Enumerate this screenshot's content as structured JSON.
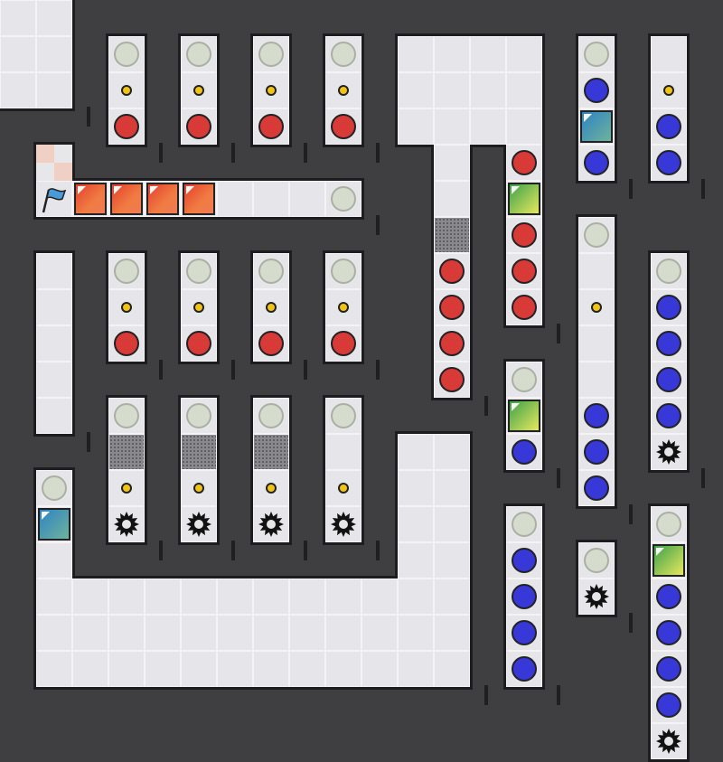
{
  "title": "",
  "colors": {
    "background": "#3f3f42",
    "floor": "#e6e6ea",
    "wall": "#1c1c1f",
    "red": "#d83a38",
    "blue": "#3838d8",
    "coin": "#f1c21b",
    "empty_slot": "#d6dccd"
  },
  "tokens": [
    {
      "type": "empty",
      "col": 3,
      "row": 1
    },
    {
      "type": "empty",
      "col": 5,
      "row": 1
    },
    {
      "type": "empty",
      "col": 7,
      "row": 1
    },
    {
      "type": "empty",
      "col": 9,
      "row": 1
    },
    {
      "type": "coin",
      "col": 3,
      "row": 2
    },
    {
      "type": "coin",
      "col": 5,
      "row": 2
    },
    {
      "type": "coin",
      "col": 7,
      "row": 2
    },
    {
      "type": "coin",
      "col": 9,
      "row": 2
    },
    {
      "type": "red",
      "col": 3,
      "row": 3
    },
    {
      "type": "red",
      "col": 5,
      "row": 3
    },
    {
      "type": "red",
      "col": 7,
      "row": 3
    },
    {
      "type": "red",
      "col": 9,
      "row": 3
    },
    {
      "type": "empty",
      "col": 16,
      "row": 1
    },
    {
      "type": "blue",
      "col": 16,
      "row": 2
    },
    {
      "type": "crate-teal",
      "col": 16,
      "row": 3
    },
    {
      "type": "blue",
      "col": 16,
      "row": 4
    },
    {
      "type": "coin",
      "col": 18,
      "row": 2
    },
    {
      "type": "blue",
      "col": 18,
      "row": 3
    },
    {
      "type": "blue",
      "col": 18,
      "row": 4
    },
    {
      "type": "red",
      "col": 14,
      "row": 4
    },
    {
      "type": "crate-green",
      "col": 14,
      "row": 5
    },
    {
      "type": "red",
      "col": 14,
      "row": 6
    },
    {
      "type": "red",
      "col": 14,
      "row": 7
    },
    {
      "type": "red",
      "col": 14,
      "row": 8
    },
    {
      "type": "grate",
      "col": 12,
      "row": 6
    },
    {
      "type": "red",
      "col": 12,
      "row": 7
    },
    {
      "type": "red",
      "col": 12,
      "row": 8
    },
    {
      "type": "red",
      "col": 12,
      "row": 9
    },
    {
      "type": "red",
      "col": 12,
      "row": 10
    },
    {
      "type": "crate-fire",
      "col": 2,
      "row": 5
    },
    {
      "type": "crate-fire",
      "col": 3,
      "row": 5
    },
    {
      "type": "crate-fire",
      "col": 4,
      "row": 5
    },
    {
      "type": "crate-fire",
      "col": 5,
      "row": 5
    },
    {
      "type": "empty",
      "col": 9,
      "row": 5
    },
    {
      "type": "flag",
      "col": 1,
      "row": 5
    },
    {
      "type": "empty",
      "col": 3,
      "row": 7
    },
    {
      "type": "empty",
      "col": 5,
      "row": 7
    },
    {
      "type": "empty",
      "col": 7,
      "row": 7
    },
    {
      "type": "empty",
      "col": 9,
      "row": 7
    },
    {
      "type": "coin",
      "col": 3,
      "row": 8
    },
    {
      "type": "coin",
      "col": 5,
      "row": 8
    },
    {
      "type": "coin",
      "col": 7,
      "row": 8
    },
    {
      "type": "coin",
      "col": 9,
      "row": 8
    },
    {
      "type": "red",
      "col": 3,
      "row": 9
    },
    {
      "type": "red",
      "col": 5,
      "row": 9
    },
    {
      "type": "red",
      "col": 7,
      "row": 9
    },
    {
      "type": "red",
      "col": 9,
      "row": 9
    },
    {
      "type": "empty",
      "col": 16,
      "row": 6
    },
    {
      "type": "coin",
      "col": 16,
      "row": 8
    },
    {
      "type": "blue",
      "col": 16,
      "row": 11
    },
    {
      "type": "blue",
      "col": 16,
      "row": 12
    },
    {
      "type": "blue",
      "col": 16,
      "row": 13
    },
    {
      "type": "empty",
      "col": 18,
      "row": 7
    },
    {
      "type": "blue",
      "col": 18,
      "row": 8
    },
    {
      "type": "blue",
      "col": 18,
      "row": 9
    },
    {
      "type": "blue",
      "col": 18,
      "row": 10
    },
    {
      "type": "blue",
      "col": 18,
      "row": 11
    },
    {
      "type": "spike",
      "col": 18,
      "row": 12
    },
    {
      "type": "empty",
      "col": 14,
      "row": 10
    },
    {
      "type": "crate-green",
      "col": 14,
      "row": 11
    },
    {
      "type": "blue",
      "col": 14,
      "row": 12
    },
    {
      "type": "empty",
      "col": 3,
      "row": 11
    },
    {
      "type": "empty",
      "col": 5,
      "row": 11
    },
    {
      "type": "empty",
      "col": 7,
      "row": 11
    },
    {
      "type": "empty",
      "col": 9,
      "row": 11
    },
    {
      "type": "grate",
      "col": 3,
      "row": 12
    },
    {
      "type": "grate",
      "col": 5,
      "row": 12
    },
    {
      "type": "grate",
      "col": 7,
      "row": 12
    },
    {
      "type": "coin",
      "col": 3,
      "row": 13
    },
    {
      "type": "coin",
      "col": 5,
      "row": 13
    },
    {
      "type": "coin",
      "col": 7,
      "row": 13
    },
    {
      "type": "coin",
      "col": 9,
      "row": 13
    },
    {
      "type": "spike",
      "col": 3,
      "row": 14
    },
    {
      "type": "spike",
      "col": 5,
      "row": 14
    },
    {
      "type": "spike",
      "col": 7,
      "row": 14
    },
    {
      "type": "spike",
      "col": 9,
      "row": 14
    },
    {
      "type": "empty",
      "col": 1,
      "row": 13
    },
    {
      "type": "crate-teal",
      "col": 1,
      "row": 14
    },
    {
      "type": "empty",
      "col": 14,
      "row": 14
    },
    {
      "type": "blue",
      "col": 14,
      "row": 15
    },
    {
      "type": "blue",
      "col": 14,
      "row": 16
    },
    {
      "type": "blue",
      "col": 14,
      "row": 17
    },
    {
      "type": "blue",
      "col": 14,
      "row": 18
    },
    {
      "type": "empty",
      "col": 16,
      "row": 15
    },
    {
      "type": "spike",
      "col": 16,
      "row": 16
    },
    {
      "type": "empty",
      "col": 18,
      "row": 14
    },
    {
      "type": "crate-green",
      "col": 18,
      "row": 15
    },
    {
      "type": "blue",
      "col": 18,
      "row": 16
    },
    {
      "type": "blue",
      "col": 18,
      "row": 17
    },
    {
      "type": "blue",
      "col": 18,
      "row": 18
    },
    {
      "type": "blue",
      "col": 18,
      "row": 19
    },
    {
      "type": "spike",
      "col": 18,
      "row": 20
    }
  ]
}
